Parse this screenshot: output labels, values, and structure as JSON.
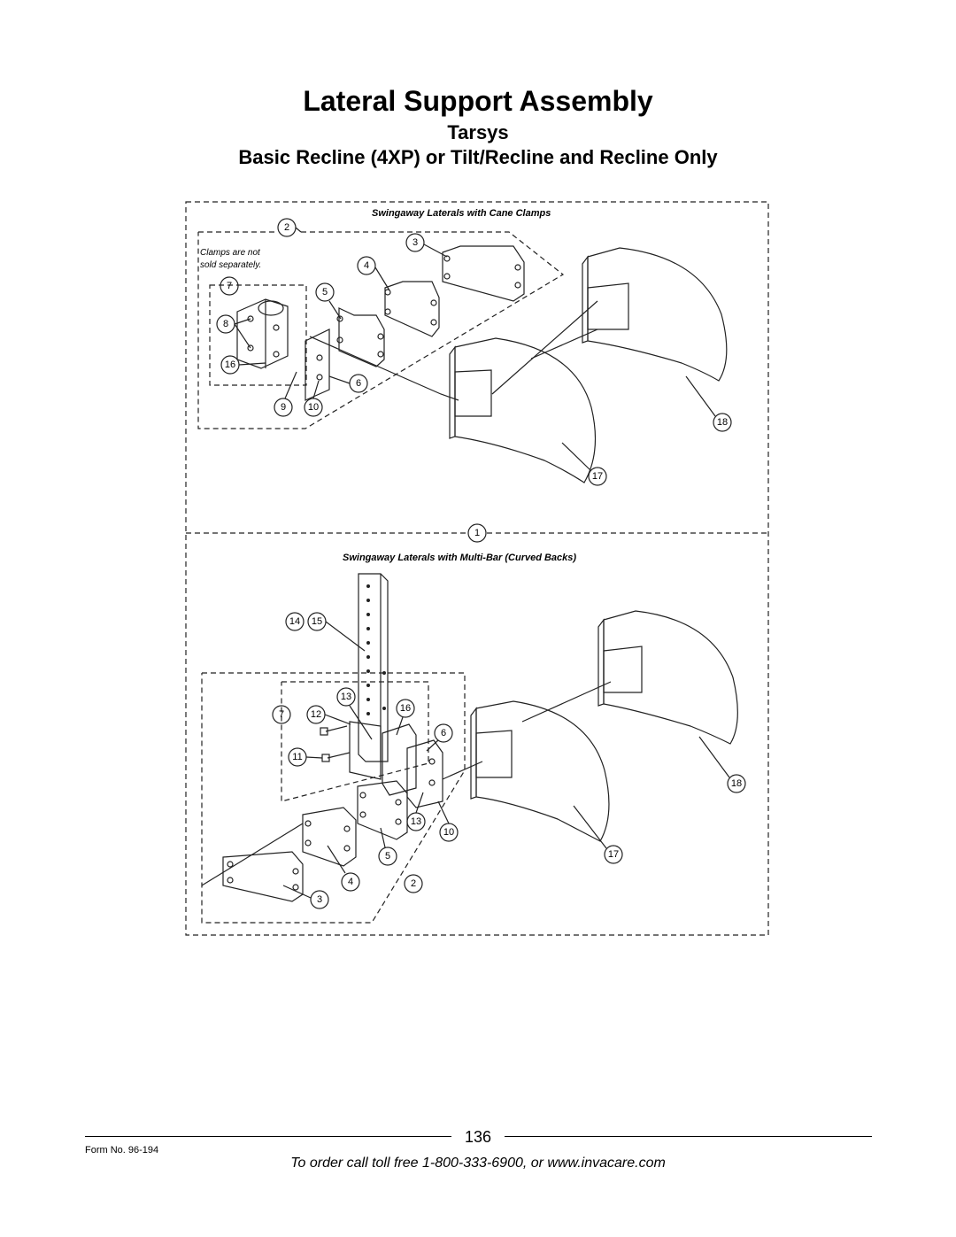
{
  "header": {
    "title": "Lateral Support Assembly",
    "subtitle": "Tarsys",
    "subtitle2": "Basic Recline (4XP) or Tilt/Recline and Recline Only"
  },
  "diagram": {
    "top_caption": "Swingaway Laterals with Cane Clamps",
    "note_line1": "Clamps are not",
    "note_line2": "sold separately.",
    "bottom_caption": "Swingaway Laterals with Multi-Bar (Curved Backs)",
    "top_callouts": [
      "2",
      "3",
      "4",
      "5",
      "6",
      "7",
      "8",
      "16",
      "9",
      "10",
      "18",
      "17"
    ],
    "divider_callout": "1",
    "bottom_callouts": [
      "14",
      "15",
      "13",
      "16",
      "7",
      "12",
      "6",
      "11",
      "13",
      "10",
      "5",
      "2",
      "4",
      "3",
      "18",
      "17"
    ]
  },
  "footer": {
    "page_number": "136",
    "form_number": "Form No.  96-194",
    "order_text": "To order call toll free 1-800-333-6900, or www.invacare.com"
  }
}
